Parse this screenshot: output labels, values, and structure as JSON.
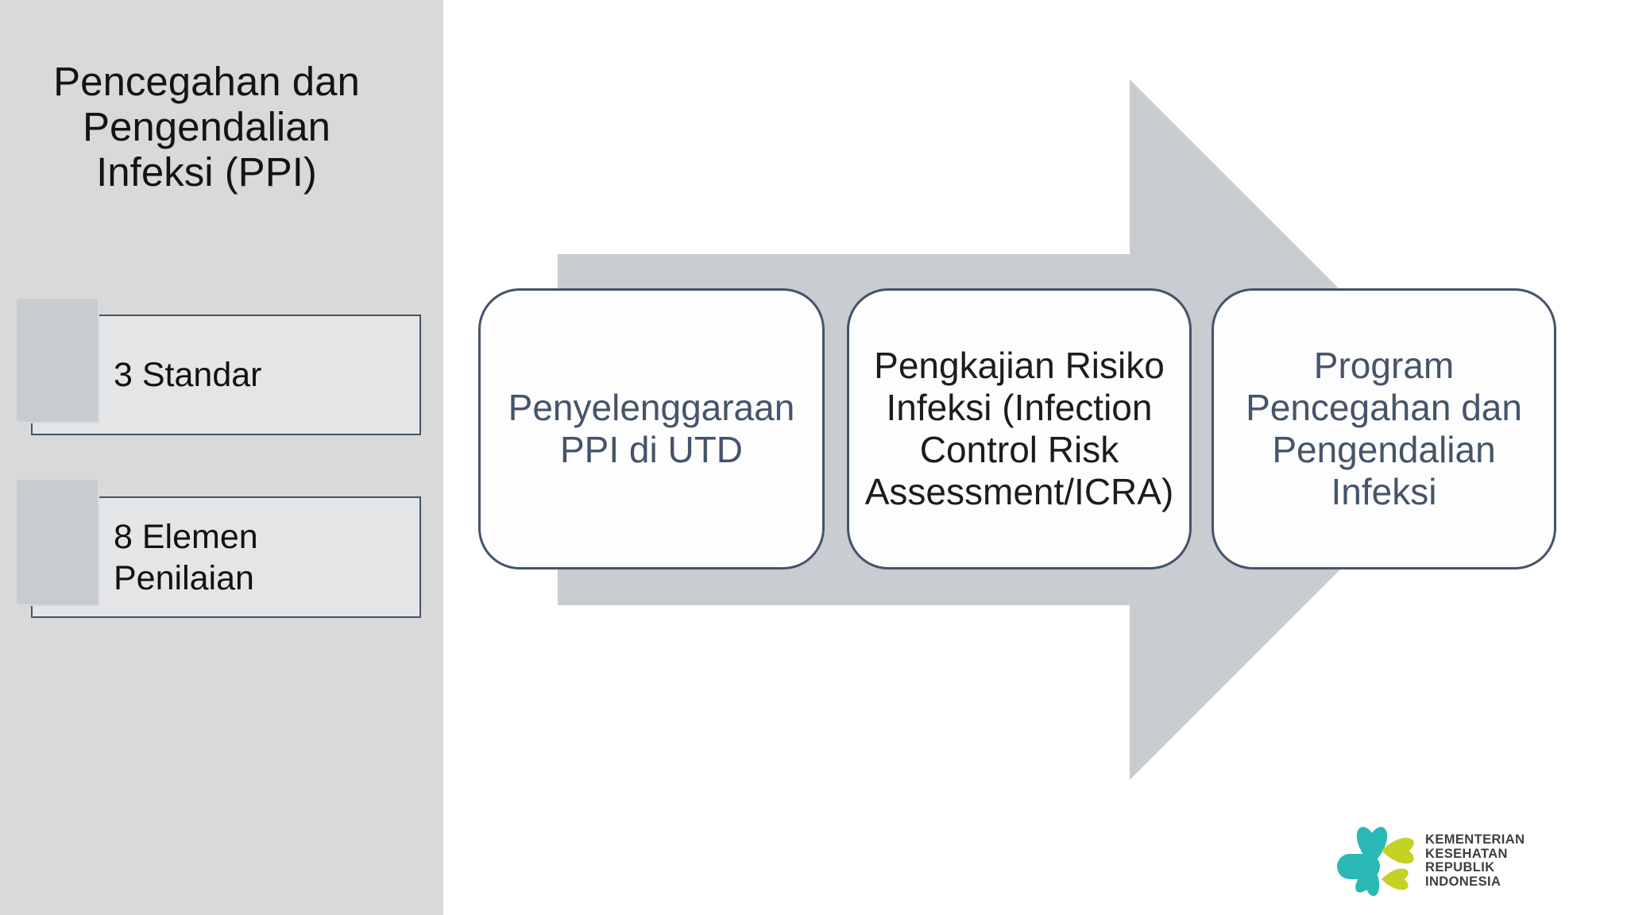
{
  "sidebar": {
    "title": "Pencegahan dan\nPengendalian\nInfeksi (PPI)",
    "items": [
      {
        "label": "3 Standar"
      },
      {
        "label": "8 Elemen\nPenilaian"
      }
    ]
  },
  "process": {
    "steps": [
      {
        "label": "Penyelenggaraan\nPPI di UTD"
      },
      {
        "label": "Pengkajian Risiko\nInfeksi (Infection\nControl Risk\nAssessment/ICRA)"
      },
      {
        "label": "Program\nPencegahan dan\nPengendalian\nInfeksi"
      }
    ]
  },
  "logo": {
    "lines": [
      "KEMENTERIAN",
      "KESEHATAN",
      "REPUBLIK",
      "INDONESIA"
    ]
  },
  "colors": {
    "accent": "#44546a",
    "arrow": "#c9ccd0",
    "sidebar": "#d9d9d9",
    "item-fill": "#e4e5e6",
    "square": "#c7ccd1",
    "card-fill": "#fdfdfe",
    "step-text-accent": "#44546a",
    "step-text-dark": "#1c1c1c",
    "logo-teal": "#2ab9b4",
    "logo-lime": "#c3d224",
    "logo-text": "#3e3e3e"
  }
}
